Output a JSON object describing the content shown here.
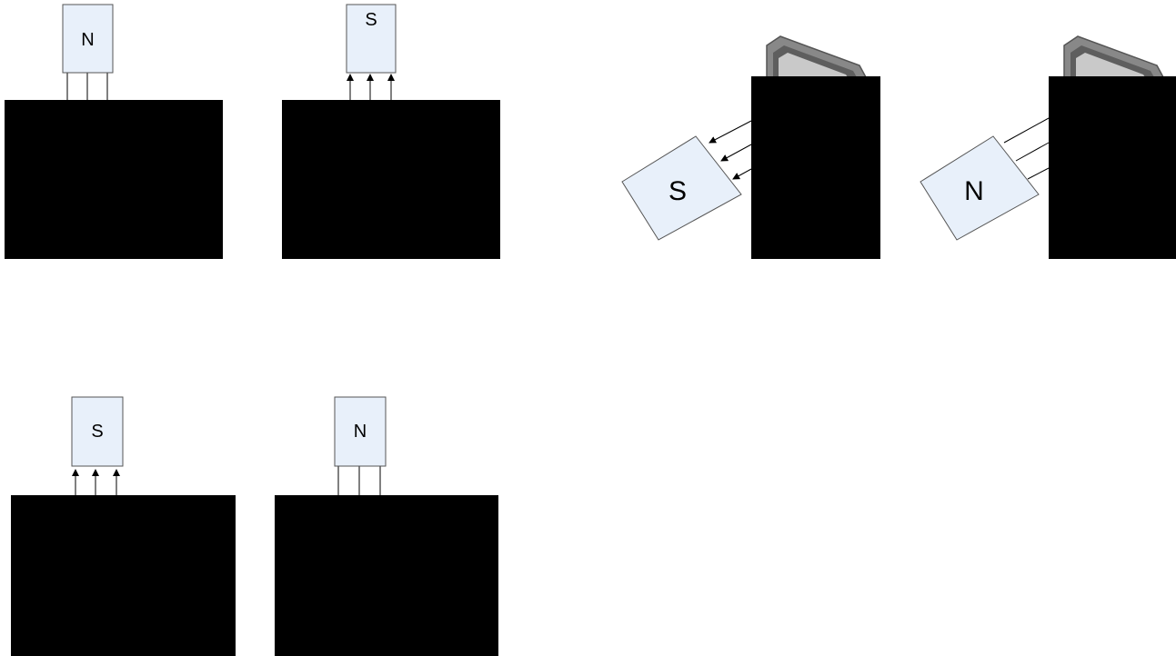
{
  "colors": {
    "background": "#ffffff",
    "block": "#000000",
    "magnet_fill": "#e8f0fa",
    "magnet_stroke": "#555555",
    "field_line": "#000000",
    "device_casing": "#888888",
    "device_casing_dark": "#5e5e5e",
    "device_screen": "#c9c9c9"
  },
  "panels": [
    {
      "id": "p1",
      "magnet_pole": "N",
      "field_direction": "none"
    },
    {
      "id": "p2",
      "magnet_pole": "S",
      "field_direction": "away-from-block"
    },
    {
      "id": "p3",
      "magnet_pole": "S",
      "field_direction": "toward-magnet",
      "has_device_icon": true
    },
    {
      "id": "p4",
      "magnet_pole": "N",
      "field_direction": "none",
      "has_device_icon": true
    },
    {
      "id": "p5",
      "magnet_pole": "S",
      "field_direction": "away-from-block"
    },
    {
      "id": "p6",
      "magnet_pole": "N",
      "field_direction": "none"
    }
  ]
}
